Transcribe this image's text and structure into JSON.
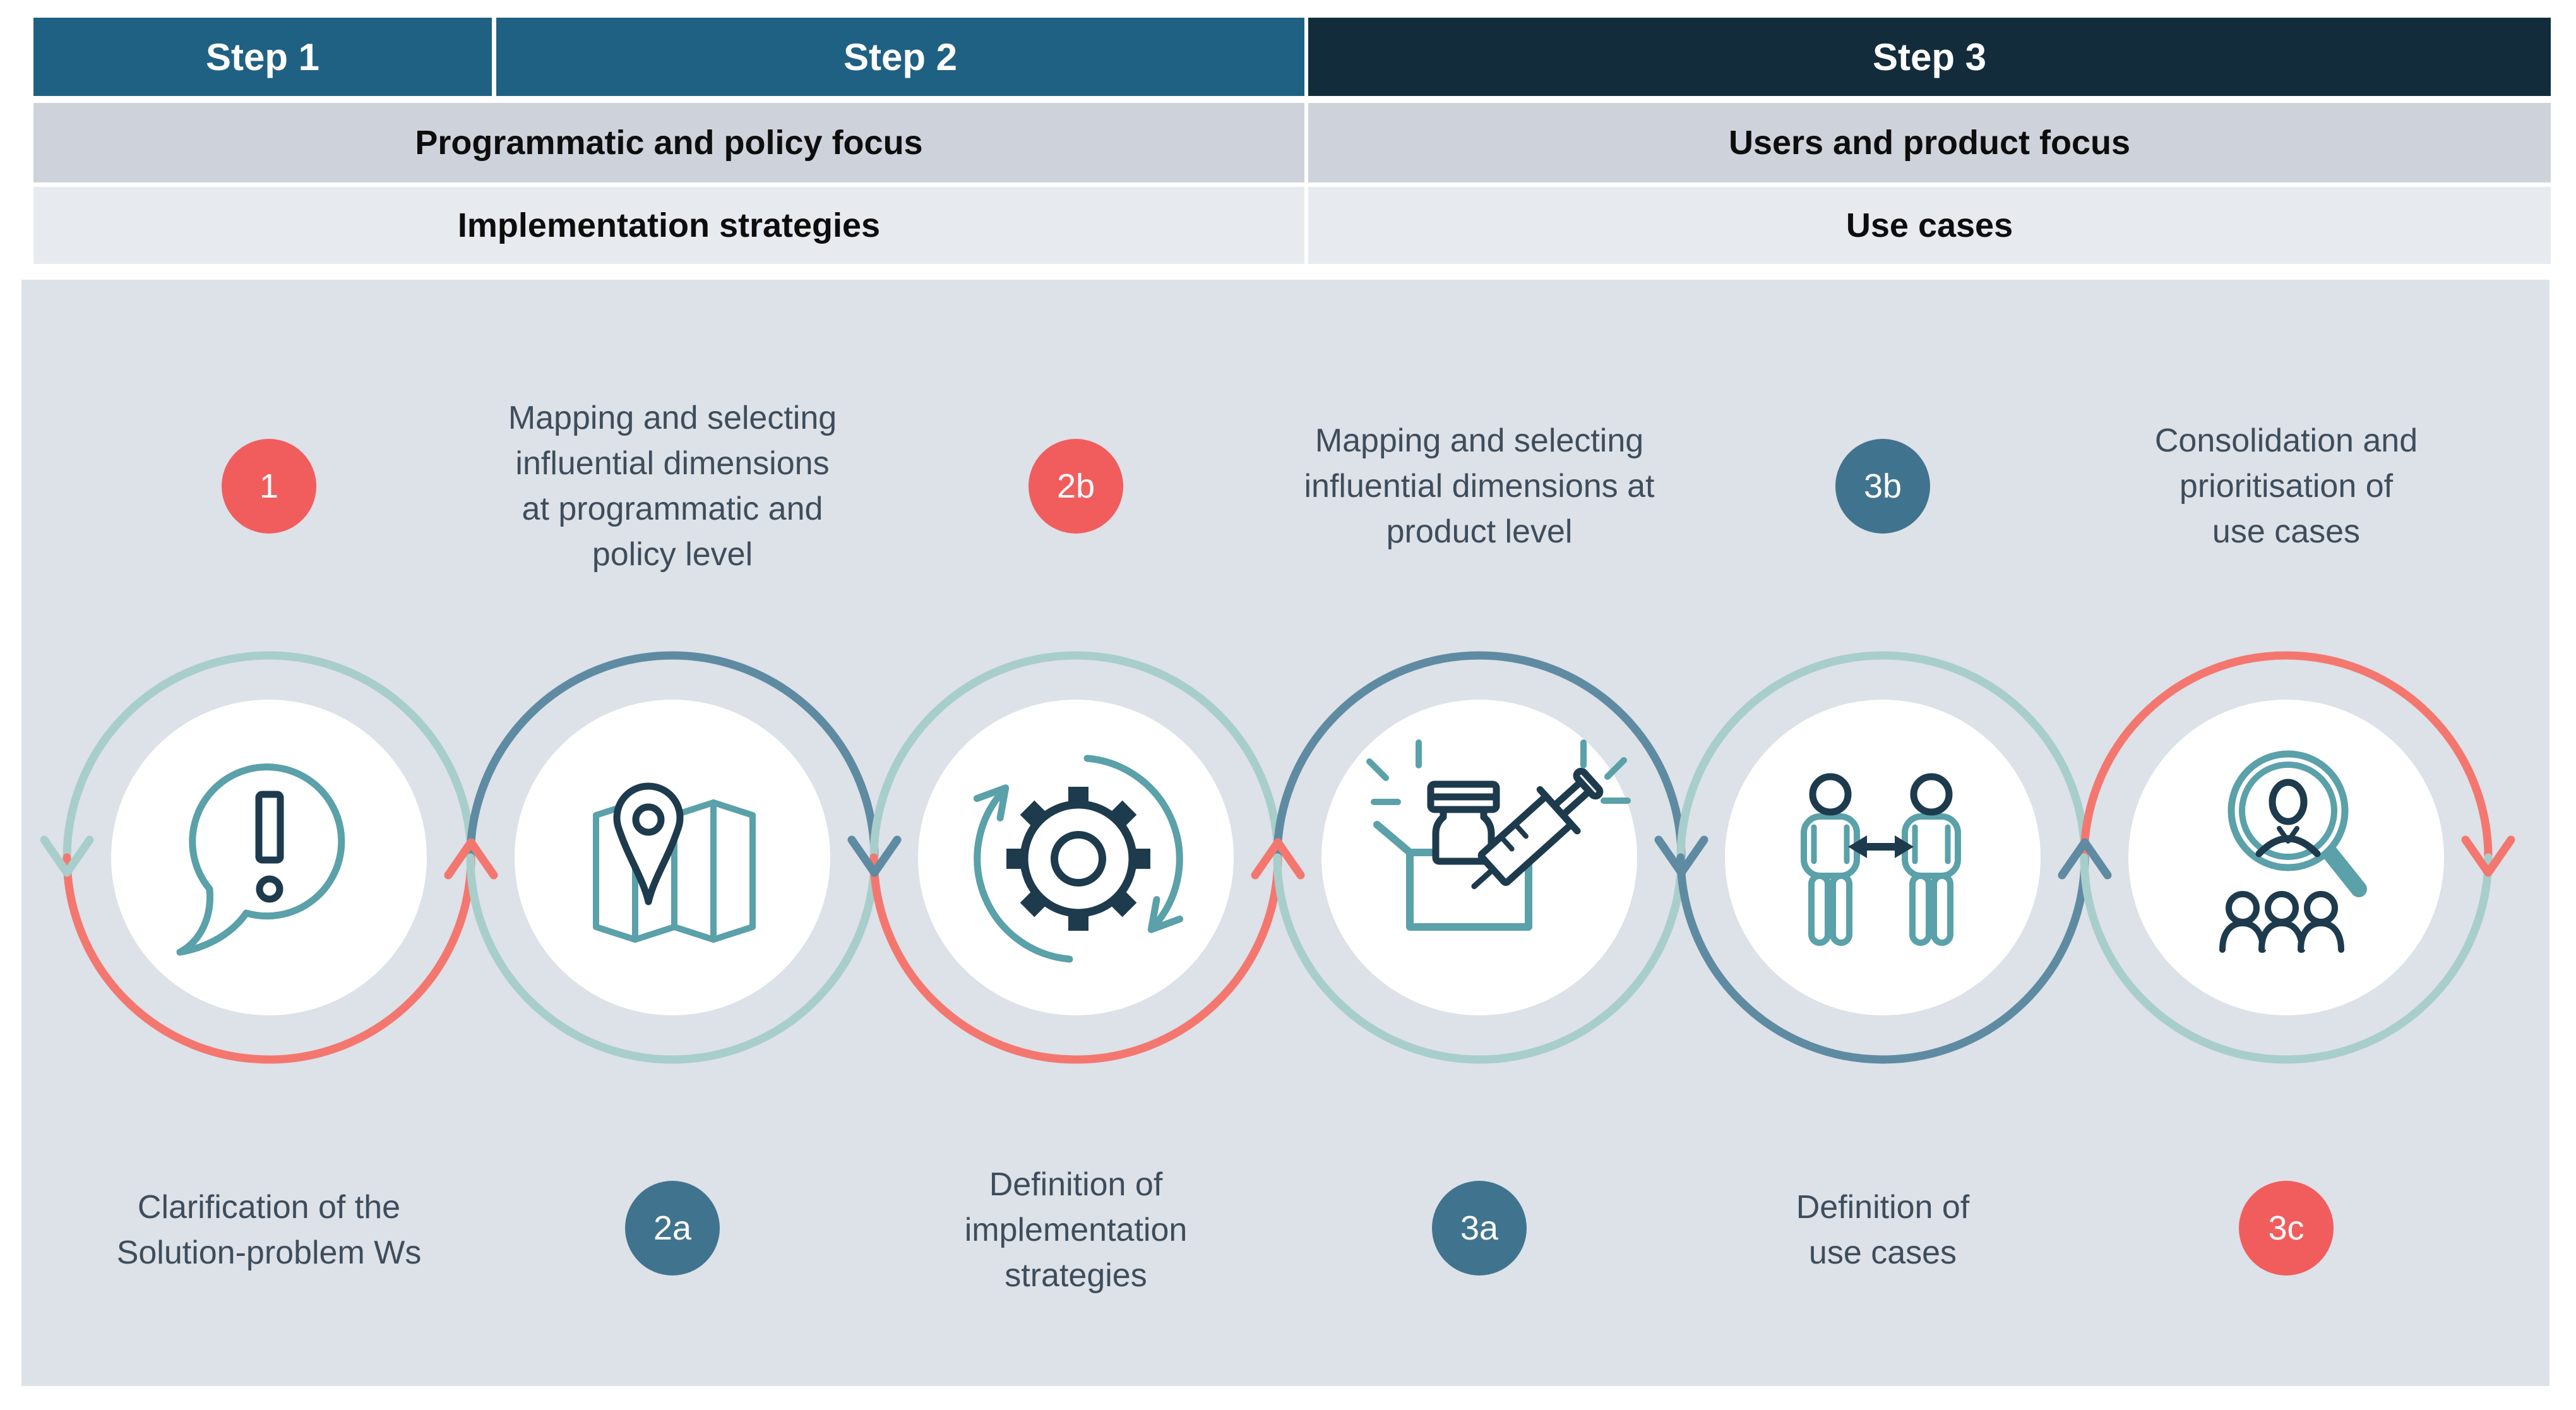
{
  "title_table": {
    "steps": [
      {
        "label": "Step 1"
      },
      {
        "label": "Step 2"
      },
      {
        "label": "Step 3"
      }
    ],
    "focus": [
      {
        "label": "Programmatic and policy focus"
      },
      {
        "label": "Users and product focus"
      }
    ],
    "outputs": [
      {
        "label": "Implementation strategies"
      },
      {
        "label": "Use cases"
      }
    ]
  },
  "flow": {
    "top": [
      {
        "kind": "badge",
        "label": "1",
        "color": "coral"
      },
      {
        "kind": "label",
        "text": "Mapping and selecting\ninfluential dimensions\nat programmatic and\npolicy level"
      },
      {
        "kind": "badge",
        "label": "2b",
        "color": "coral"
      },
      {
        "kind": "label",
        "text": "Mapping and selecting\ninfluential dimensions at\nproduct level"
      },
      {
        "kind": "badge",
        "label": "3b",
        "color": "teal"
      },
      {
        "kind": "label",
        "text": "Consolidation and\nprioritisation of\nuse cases"
      }
    ],
    "bottom": [
      {
        "kind": "label",
        "text": "Clarification of the\nSolution-problem Ws"
      },
      {
        "kind": "badge",
        "label": "2a",
        "color": "teal"
      },
      {
        "kind": "label",
        "text": "Definition of\nimplementation\nstrategies"
      },
      {
        "kind": "badge",
        "label": "3a",
        "color": "teal"
      },
      {
        "kind": "label",
        "text": "Definition of\nuse cases"
      },
      {
        "kind": "badge",
        "label": "3c",
        "color": "coral"
      }
    ],
    "icons": [
      "speech-bubble-exclamation-icon",
      "map-location-pin-icon",
      "gear-cycle-icon",
      "vaccine-box-icon",
      "two-people-exchange-icon",
      "magnifier-people-icon"
    ]
  },
  "colors": {
    "step_header": "#1f6183",
    "step3_header": "#132c3b",
    "focus_bg": "#ced3db",
    "output_bg": "#e7eaef",
    "canvas_bg": "#dde1e8",
    "coral": "#f15d5d",
    "teal": "#40748e",
    "arc_light": "#a8cecb",
    "arc_steel": "#5e8ba2",
    "arc_coral": "#f4776f",
    "icon_teal": "#5aa1a9",
    "icon_navy": "#1d3b4d",
    "label_ink": "#3e4d5b",
    "table_ink": "#0d0d0d"
  }
}
